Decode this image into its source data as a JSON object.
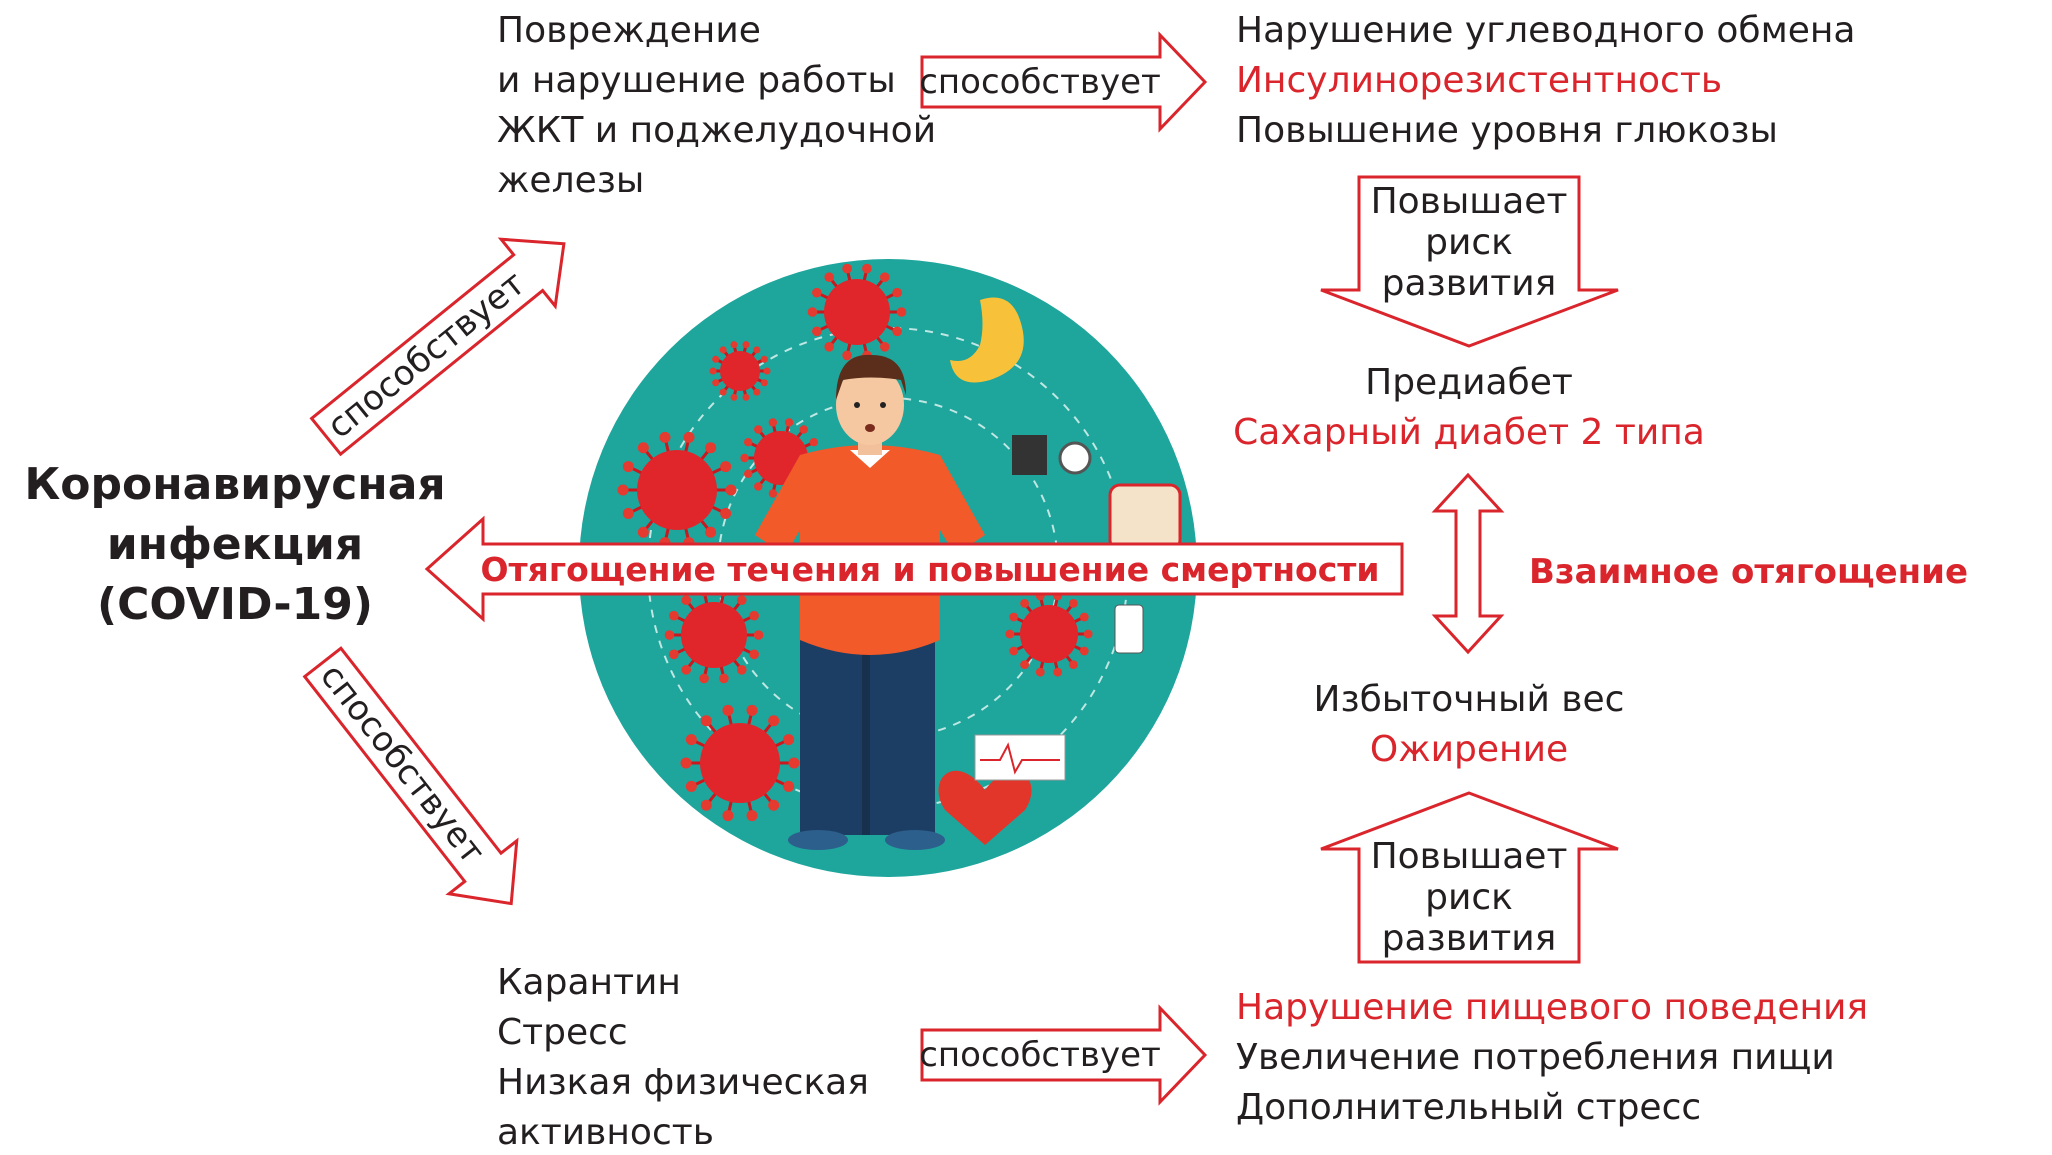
{
  "source": {
    "lines": [
      "Коронавирусная",
      "инфекция",
      "(COVID-19)"
    ]
  },
  "top_left": {
    "lines": [
      "Повреждение",
      "и нарушение работы",
      "ЖКТ и поджелудочной",
      "железы"
    ]
  },
  "top_right": {
    "lines": [
      "Нарушение углеводного обмена",
      "Инсулинорезистентность",
      "Повышение уровня глюкозы"
    ]
  },
  "prediabetes": {
    "line1": "Предиабет",
    "line2": "Сахарный диабет 2 типа"
  },
  "mutual": "Взаимное отягощение",
  "overweight": {
    "line1": "Избыточный вес",
    "line2": "Ожирение"
  },
  "bottom_right": {
    "lines": [
      "Нарушение пищевого поведения",
      "Увеличение потребления пищи",
      "Дополнительный стресс"
    ]
  },
  "bottom_left": {
    "lines": [
      "Карантин",
      "Стресс",
      "Низкая физическая",
      "активность"
    ]
  },
  "arrows": {
    "contributes": "способствует",
    "raises_risk": [
      "Повышает",
      "риск",
      "развития"
    ],
    "worsening": "Отягощение течения и повышение смертности"
  },
  "colors": {
    "accent": "#d9252b",
    "text": "#231f20",
    "circle": "#1ea59c"
  }
}
